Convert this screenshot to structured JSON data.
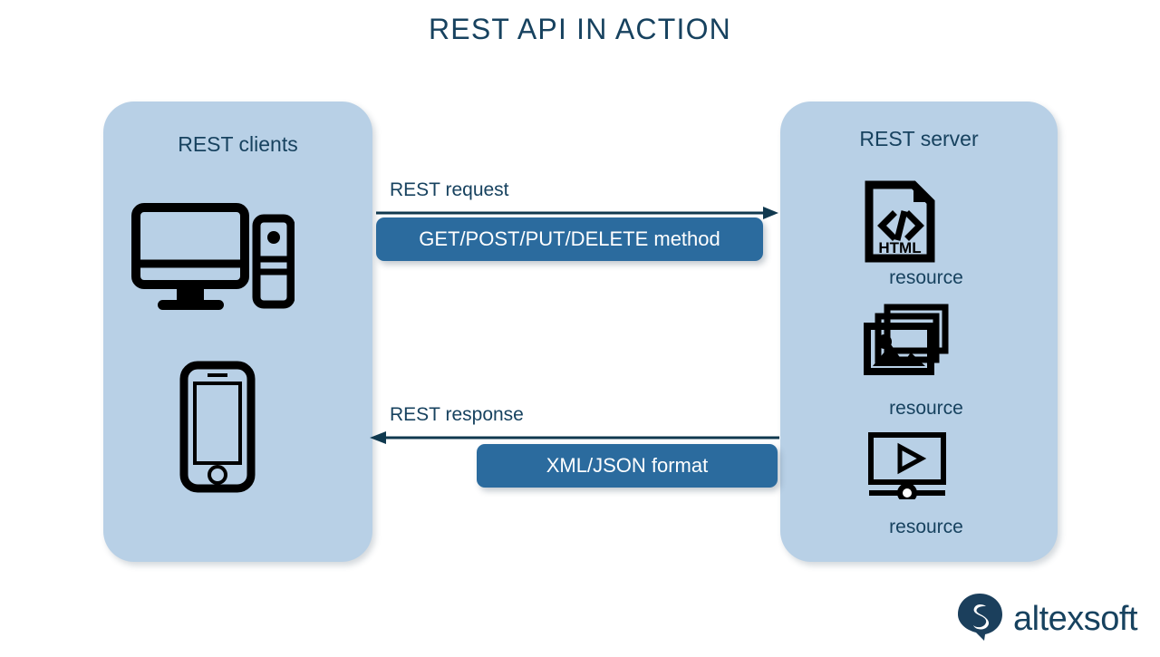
{
  "title": "REST API IN ACTION",
  "colors": {
    "panel_bg": "#b8d0e6",
    "badge_blue": "#2b6b9e",
    "text_navy": "#17425f",
    "icon_black": "#000000",
    "page_bg": "#ffffff"
  },
  "clients_panel": {
    "title": "REST clients",
    "icons": [
      "desktop-computer-icon",
      "smartphone-icon"
    ]
  },
  "server_panel": {
    "title": "REST server",
    "resources": [
      {
        "icon": "html-document-icon",
        "icon_text": "HTML",
        "code_glyph": "</>",
        "label": "resource"
      },
      {
        "icon": "photo-stack-icon",
        "label": "resource"
      },
      {
        "icon": "video-player-icon",
        "label": "resource"
      }
    ]
  },
  "flows": [
    {
      "label": "REST request",
      "direction": "right",
      "badge": "GET/POST/PUT/DELETE method"
    },
    {
      "label": "REST response",
      "direction": "left",
      "badge": "XML/JSON format"
    }
  ],
  "logo": {
    "wordmark": "altexsoft",
    "mark": "speech-bubble-s-icon"
  }
}
